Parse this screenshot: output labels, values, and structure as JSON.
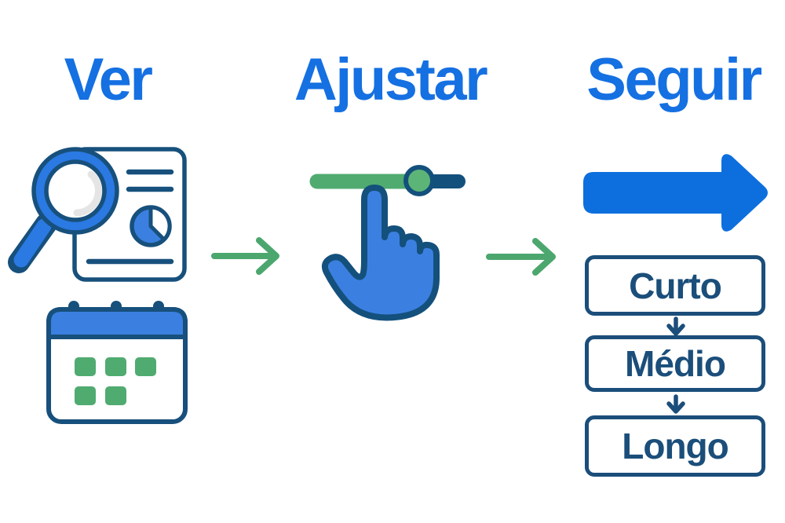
{
  "headings": {
    "ver": "Ver",
    "ajustar": "Ajustar",
    "seguir": "Seguir"
  },
  "steps": [
    "Curto",
    "Médio",
    "Longo"
  ],
  "icons": {
    "ver": [
      "magnifying-glass-icon",
      "report-document-icon",
      "pie-chart-icon",
      "calendar-icon"
    ],
    "ajustar": [
      "slider-icon",
      "pointing-hand-icon"
    ],
    "seguir": [
      "big-arrow-right-icon",
      "arrow-down-icon",
      "arrow-down-icon"
    ],
    "connectors": [
      "arrow-right-icon",
      "arrow-right-icon"
    ]
  },
  "colors": {
    "background": "#ffffff",
    "heading_blue": "#1570e2",
    "solid_arrow_blue": "#0d6fdd",
    "fill_blue": "#3b80e0",
    "magnifier_blue": "#2b79e2",
    "outline_navy": "#17507c",
    "text_navy": "#1b4e7a",
    "slider_dark_track": "#14507c",
    "green": "#50ab70",
    "knob_green": "#5cb577",
    "lens_highlight_gray": "#e5e5e5"
  }
}
